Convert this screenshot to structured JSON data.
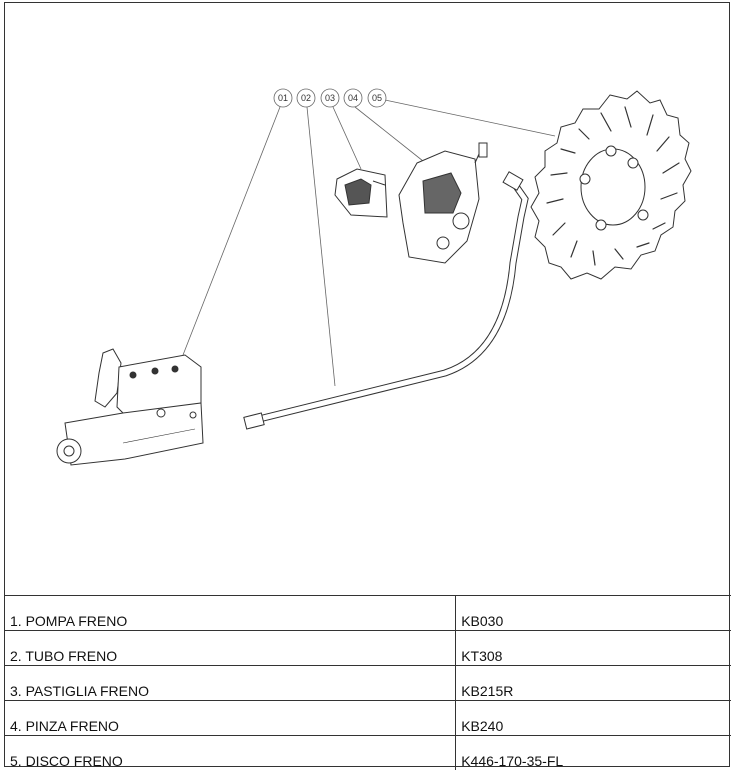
{
  "callouts": [
    "01",
    "02",
    "03",
    "04",
    "05"
  ],
  "parts": [
    {
      "name": "1. POMPA FRENO",
      "code": "KB030"
    },
    {
      "name": "2. TUBO FRENO",
      "code": "KT308"
    },
    {
      "name": "3. PASTIGLIA FRENO",
      "code": "KB215R"
    },
    {
      "name": "4. PINZA FRENO",
      "code": "KB240"
    },
    {
      "name": "5. DISCO FRENO",
      "code": "K446-170-35-FL"
    }
  ]
}
